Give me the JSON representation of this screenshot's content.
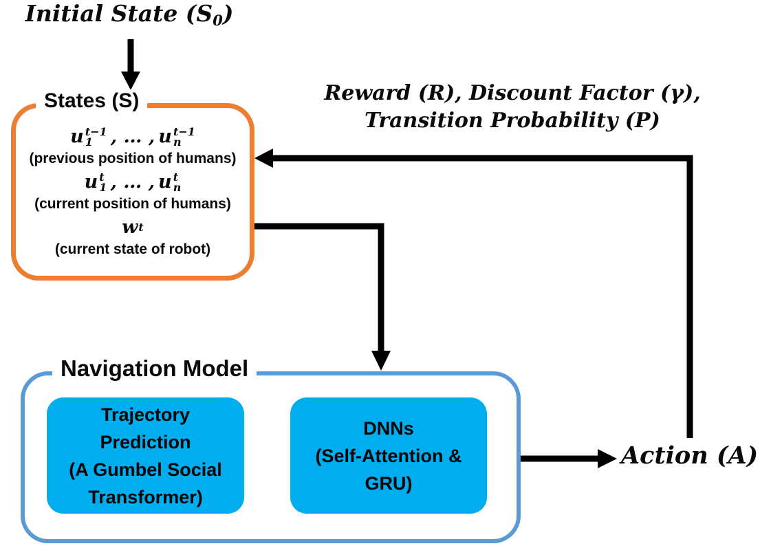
{
  "colors": {
    "states_border_orange": "#ED7D31",
    "navigation_border_blue": "#5B9BD5",
    "module_fill_cyan": "#00AEEF",
    "arrow_black": "#000000"
  },
  "initial_state": {
    "pre": "Initial State (S",
    "sub": "0",
    "post": ")"
  },
  "reward": {
    "line1": "Reward (R), Discount Factor (γ),",
    "line2": "Transition Probability (P)"
  },
  "action": {
    "label": "Action (A)"
  },
  "states_box": {
    "title": "States (S)",
    "prev_math": {
      "t1": {
        "base": "u",
        "sup": "t−1",
        "sub": "1"
      },
      "sep": ", … ,",
      "t2": {
        "base": "u",
        "sup": "t−1",
        "sub": "n"
      }
    },
    "prev_caption": "(previous position of humans)",
    "curr_math": {
      "t1": {
        "base": "u",
        "sup": "t",
        "sub": "1"
      },
      "sep": ", … ,",
      "t2": {
        "base": "u",
        "sup": "t",
        "sub": "n"
      }
    },
    "curr_caption": "(current position of humans)",
    "robot_math": {
      "base": "w",
      "sup": "t"
    },
    "robot_caption": "(current state of robot)"
  },
  "navigation_model": {
    "title": "Navigation Model",
    "trajectory_box": {
      "lines": [
        "Trajectory",
        "Prediction",
        "(A Gumbel Social",
        "Transformer)"
      ]
    },
    "dnn_box": {
      "lines": [
        "DNNs",
        "(Self-Attention &",
        "GRU)"
      ]
    }
  }
}
